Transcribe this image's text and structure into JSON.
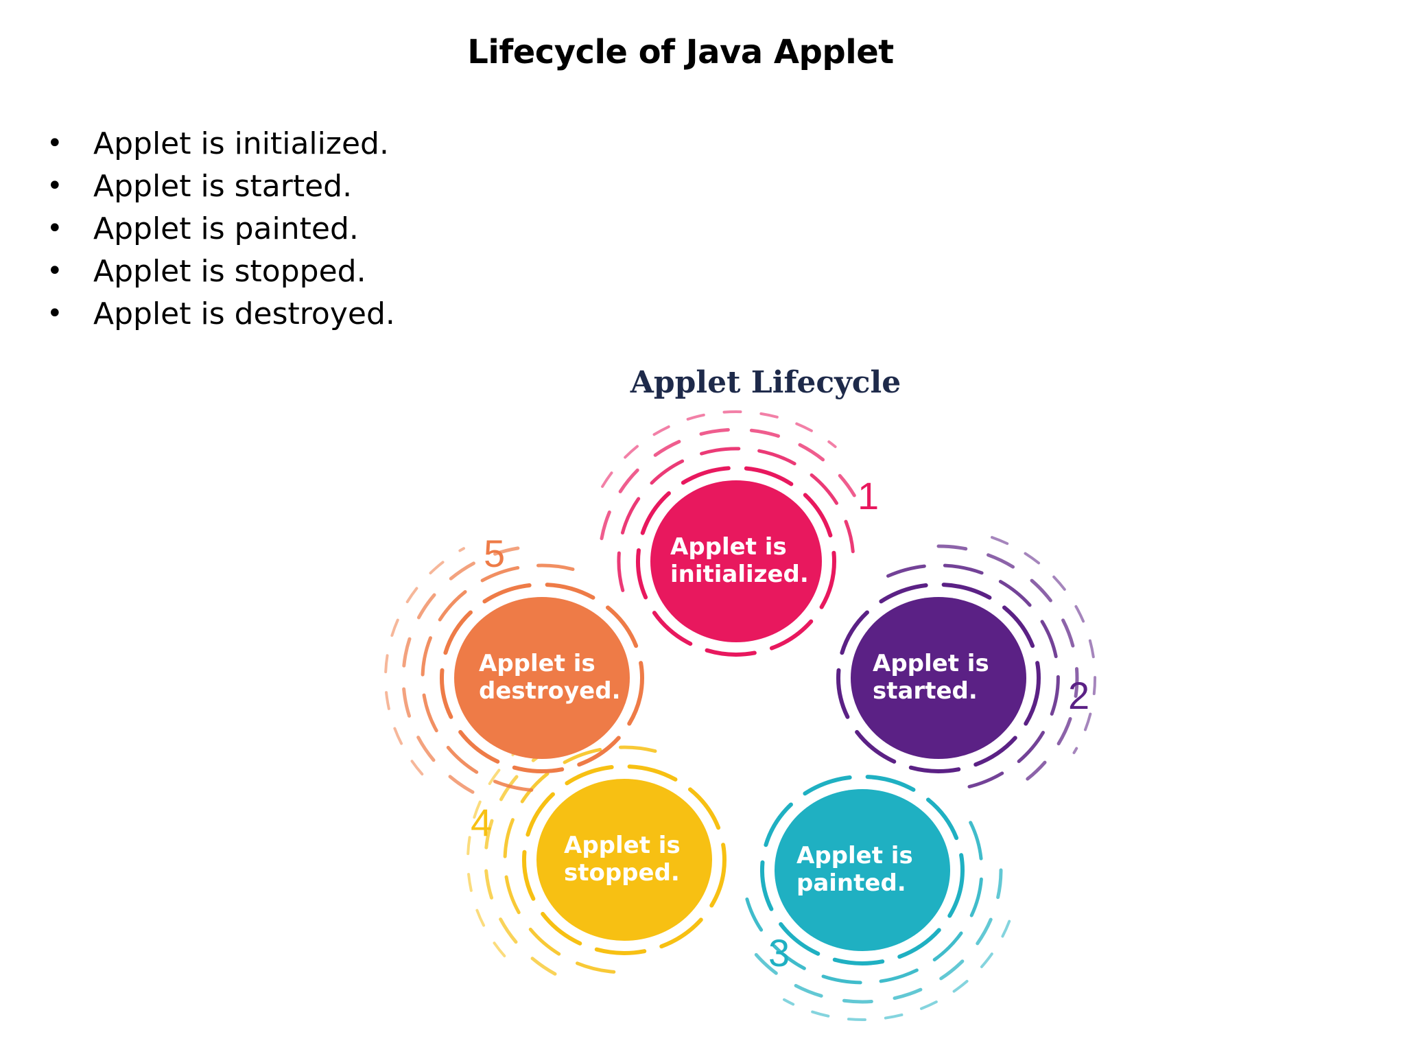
{
  "slide": {
    "title": "Lifecycle of Java Applet",
    "bullets": [
      "Applet is initialized.",
      "Applet is started.",
      "Applet is painted.",
      "Applet is stopped.",
      "Applet is destroyed."
    ],
    "bullet_glyph": "•"
  },
  "diagram": {
    "title": "Applet Lifecycle",
    "stages": [
      {
        "number": "1",
        "line1": "Applet is",
        "line2": "initialized.",
        "color": "#e8185e"
      },
      {
        "number": "2",
        "line1": "Applet is",
        "line2": "started.",
        "color": "#5b2185"
      },
      {
        "number": "3",
        "line1": "Applet is",
        "line2": "painted.",
        "color": "#1fb0c2"
      },
      {
        "number": "4",
        "line1": "Applet is",
        "line2": "stopped.",
        "color": "#f7c013"
      },
      {
        "number": "5",
        "line1": "Applet is",
        "line2": "destroyed.",
        "color": "#ee7b47"
      }
    ]
  }
}
